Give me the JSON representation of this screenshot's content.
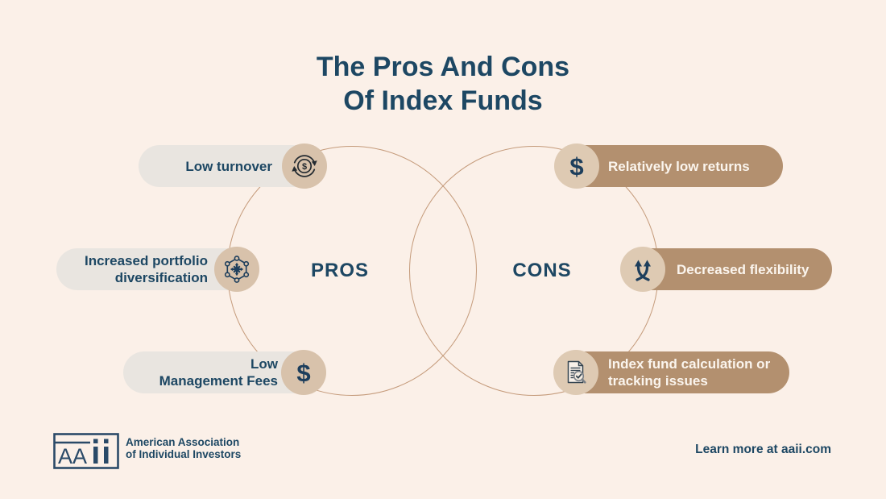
{
  "title": {
    "line1": "The Pros And Cons",
    "line2": "Of Index Funds"
  },
  "venn": {
    "left_label": "PROS",
    "right_label": "CONS"
  },
  "pros": {
    "items": [
      {
        "text": "Low turnover",
        "icon": "dollar-cycle-icon"
      },
      {
        "text": "Increased portfolio\ndiversification",
        "icon": "diversification-network-icon"
      },
      {
        "text": "Low\nManagement Fees",
        "icon": "dollar-icon"
      }
    ]
  },
  "cons": {
    "items": [
      {
        "text": "Relatively low returns",
        "icon": "dollar-icon"
      },
      {
        "text": "Decreased flexibility",
        "icon": "twisted-arrows-icon"
      },
      {
        "text": "Index fund calculation or\ntracking issues",
        "icon": "document-check-icon"
      }
    ]
  },
  "footer": {
    "logo_letters": "AA",
    "org_line1": "American Association",
    "org_line2": "of Individual Investors",
    "learn_more": "Learn more at aaii.com"
  },
  "glyphs": {
    "dollar": "$"
  },
  "colors": {
    "background": "#fbf0e8",
    "navy": "#1d4763",
    "pros_pill": "#e9e5e0",
    "pros_icon_circle": "#d8c2ab",
    "cons_pill": "#b3906f",
    "cons_icon_circle": "#decab3",
    "cons_text": "#fbf5ee",
    "venn_stroke": "#c49a7a"
  }
}
